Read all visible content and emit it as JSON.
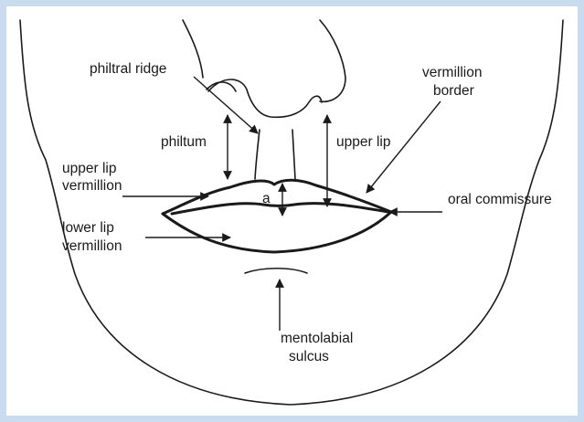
{
  "labels": {
    "philtral_ridge": "philtral ridge",
    "vermillion_border_1": "vermillion",
    "vermillion_border_2": "border",
    "philtum": "philtum",
    "upper_lip": "upper lip",
    "upper_lip_vermillion_1": "upper lip",
    "upper_lip_vermillion_2": "vermillion",
    "a": "a",
    "oral_commissure": "oral commissure",
    "lower_lip_vermillion_1": "lower lip",
    "lower_lip_vermillion_2": "vermillion",
    "mentolabial_sulcus_1": "mentolabial",
    "mentolabial_sulcus_2": "sulcus"
  },
  "colors": {
    "frame_border": "#c9dcef",
    "line": "#1a1a1a"
  }
}
